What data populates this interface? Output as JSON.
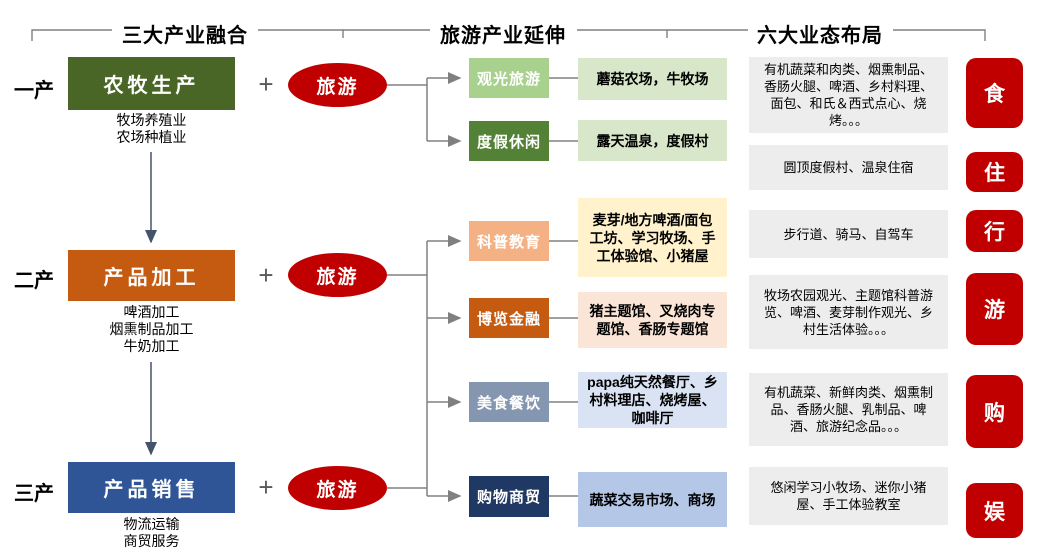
{
  "sections": [
    {
      "title": "三大产业融合"
    },
    {
      "title": "旅游产业延伸"
    },
    {
      "title": "六大业态布局"
    }
  ],
  "industries": [
    {
      "label": "一产",
      "name": "农牧生产",
      "sub": "牧场养殖业\n农场种植业",
      "plus": "+",
      "bubble": "旅游",
      "color": "#4A6626"
    },
    {
      "label": "二产",
      "name": "产品加工",
      "sub": "啤酒加工\n烟熏制品加工\n牛奶加工",
      "plus": "+",
      "bubble": "旅游",
      "color": "#C55A11"
    },
    {
      "label": "三产",
      "name": "产品销售",
      "sub": "物流运输\n商贸服务",
      "plus": "+",
      "bubble": "旅游",
      "color": "#2F5597"
    }
  ],
  "extensions": [
    {
      "category": "观光旅游",
      "examples": "蘑菇农场，牛牧场",
      "cat_color": "#A9D18E",
      "ex_color": "#D8E7CA"
    },
    {
      "category": "度假休闲",
      "examples": "露天温泉，度假村",
      "cat_color": "#538135",
      "ex_color": "#D8E7CA"
    },
    {
      "category": "科普教育",
      "examples": "麦芽/地方啤酒/面包工坊、学习牧场、手工体验馆、小猪屋",
      "cat_color": "#F4B183",
      "ex_color": "#FFF2CC"
    },
    {
      "category": "博览金融",
      "examples": "猪主题馆、叉烧肉专题馆、香肠专题馆",
      "cat_color": "#C55A11",
      "ex_color": "#FBE5D6"
    },
    {
      "category": "美食餐饮",
      "examples": "papa纯天然餐厅、乡村料理店、烧烤屋、咖啡厅",
      "cat_color": "#8496B0",
      "ex_color": "#DAE3F3"
    },
    {
      "category": "购物商贸",
      "examples": "蔬菜交易市场、商场",
      "cat_color": "#203864",
      "ex_color": "#B4C7E7"
    }
  ],
  "formats": [
    {
      "desc": "有机蔬菜和肉类、烟熏制品、香肠火腿、啤酒、乡村料理、面包、和氏＆西式点心、烧烤。。。",
      "tag": "食"
    },
    {
      "desc": "圆顶度假村、温泉住宿",
      "tag": "住"
    },
    {
      "desc": "步行道、骑马、自驾车",
      "tag": "行"
    },
    {
      "desc": "牧场农园观光、主题馆科普游览、啤酒、麦芽制作观光、乡村生活体验。。。",
      "tag": "游"
    },
    {
      "desc": "有机蔬菜、新鲜肉类、烟熏制品、香肠火腿、乳制品、啤酒、旅游纪念品。。。",
      "tag": "购"
    },
    {
      "desc": "悠闲学习小牧场、迷你小猪屋、手工体验教室",
      "tag": "娱"
    }
  ],
  "colors": {
    "red": "#C00000",
    "format_box_bg": "#EDEDED",
    "connector": "#808080",
    "flow_arrow": "#44546A",
    "brace": "#808080"
  }
}
